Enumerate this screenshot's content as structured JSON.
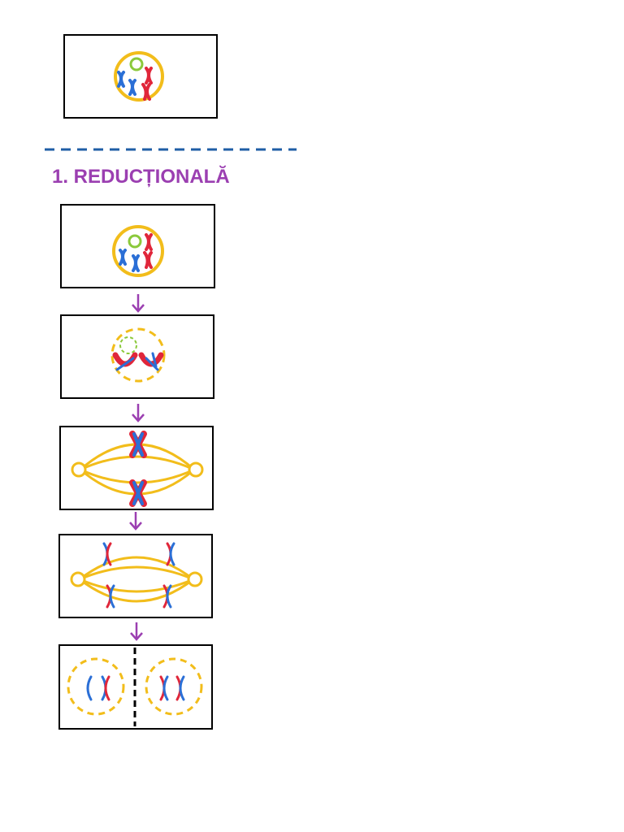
{
  "section": {
    "title": "1. REDUCȚIONALĂ"
  },
  "colors": {
    "title": "#9b3fb1",
    "arrow": "#9b3fb1",
    "divider": "#1f5ea6",
    "membrane": "#f2bd1b",
    "nucleolus": "#8bc93b",
    "chromosome_blue": "#2b6fd6",
    "chromosome_red": "#e0263a",
    "border": "#000000"
  },
  "stages": [
    {
      "id": "interphase-cell"
    },
    {
      "id": "prophase-i"
    },
    {
      "id": "prophase-i-pairing"
    },
    {
      "id": "metaphase-i"
    },
    {
      "id": "anaphase-i"
    },
    {
      "id": "telophase-i"
    }
  ]
}
